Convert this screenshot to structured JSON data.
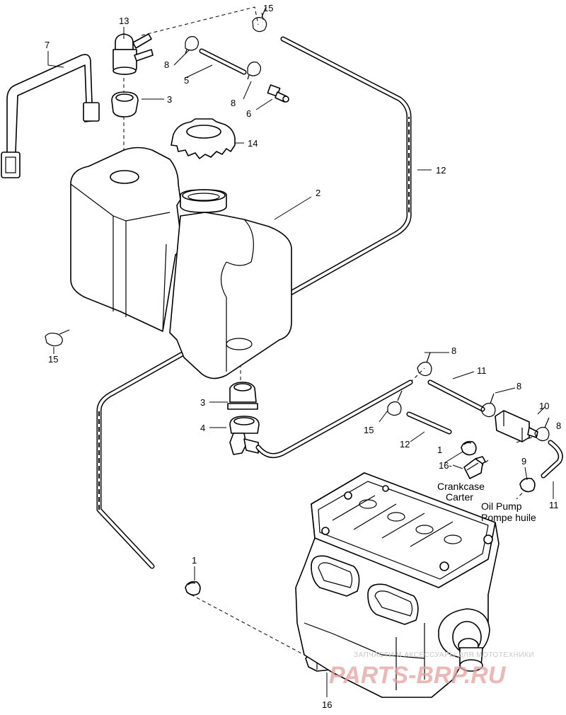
{
  "callouts": {
    "c1a": "1",
    "c1b": "1",
    "c2": "2",
    "c3a": "3",
    "c3b": "3",
    "c4": "4",
    "c5": "5",
    "c6": "6",
    "c7": "7",
    "c8a": "8",
    "c8b": "8",
    "c8c": "8",
    "c8d": "8",
    "c8e": "8",
    "c9": "9",
    "c10": "10",
    "c11a": "11",
    "c11b": "11",
    "c12a": "12",
    "c12b": "12",
    "c13": "13",
    "c14": "14",
    "c15a": "15",
    "c15b": "15",
    "c15c": "15",
    "c16a": "16",
    "c16b": "16"
  },
  "notes": {
    "crankcase_en": "Crankcase",
    "crankcase_fr": "Carter",
    "oilpump_en": "Oil Pump",
    "oilpump_fr": "Pompe huile"
  },
  "watermark": {
    "small": "ЗАПЧАСТИ И АКСЕССУАРЫ ДЛЯ МОТОТЕХНИКИ",
    "big": "PARTS-BRP.RU"
  }
}
